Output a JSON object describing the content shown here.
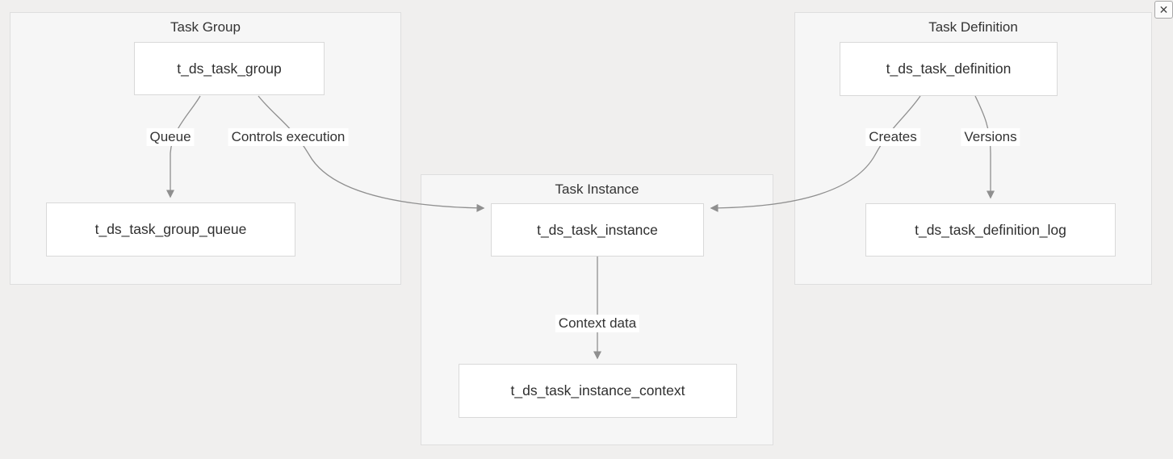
{
  "window": {
    "close_icon": "✕"
  },
  "clusters": {
    "task_group": {
      "title": "Task Group"
    },
    "task_definition": {
      "title": "Task Definition"
    },
    "task_instance": {
      "title": "Task Instance"
    }
  },
  "nodes": {
    "task_group": {
      "label": "t_ds_task_group"
    },
    "task_group_queue": {
      "label": "t_ds_task_group_queue"
    },
    "task_definition": {
      "label": "t_ds_task_definition"
    },
    "task_definition_log": {
      "label": "t_ds_task_definition_log"
    },
    "task_instance": {
      "label": "t_ds_task_instance"
    },
    "task_instance_context": {
      "label": "t_ds_task_instance_context"
    }
  },
  "edges": {
    "queue": {
      "label": "Queue",
      "from": "t_ds_task_group",
      "to": "t_ds_task_group_queue"
    },
    "controls_execution": {
      "label": "Controls execution",
      "from": "t_ds_task_group",
      "to": "t_ds_task_instance"
    },
    "creates": {
      "label": "Creates",
      "from": "t_ds_task_definition",
      "to": "t_ds_task_instance"
    },
    "versions": {
      "label": "Versions",
      "from": "t_ds_task_definition",
      "to": "t_ds_task_definition_log"
    },
    "context_data": {
      "label": "Context data",
      "from": "t_ds_task_instance",
      "to": "t_ds_task_instance_context"
    }
  },
  "colors": {
    "page_bg": "#f0efee",
    "cluster_bg": "#f6f6f6",
    "cluster_border": "#dedede",
    "node_bg": "#ffffff",
    "node_border": "#d9d9d9",
    "edge": "#8f8f8f",
    "text": "#333333"
  }
}
